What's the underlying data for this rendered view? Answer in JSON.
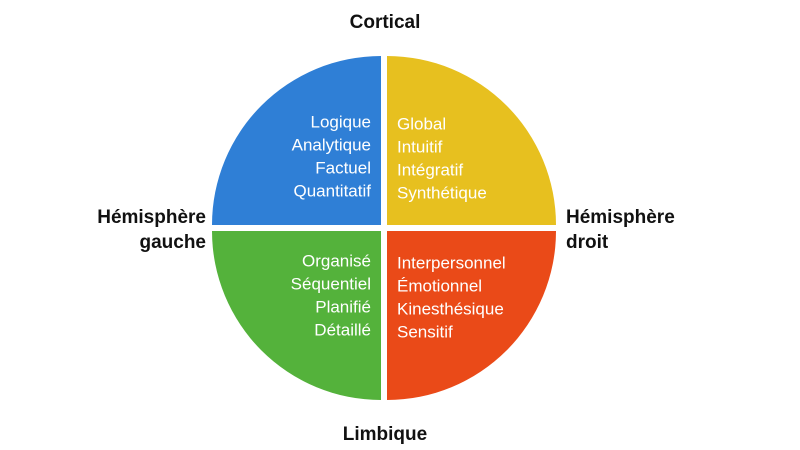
{
  "labels": {
    "top": "Cortical",
    "bottom": "Limbique",
    "left": [
      "Hémisphère",
      "gauche"
    ],
    "right": [
      "Hémisphère",
      "droit"
    ]
  },
  "quadrants": [
    {
      "id": "top-left",
      "color": "#2f7fd6",
      "align": "end",
      "items": [
        "Logique",
        "Analytique",
        "Factuel",
        "Quantitatif"
      ]
    },
    {
      "id": "top-right",
      "color": "#e7c01f",
      "align": "start",
      "items": [
        "Global",
        "Intuitif",
        "Intégratif",
        "Synthétique"
      ]
    },
    {
      "id": "bottom-left",
      "color": "#54b23b",
      "align": "end",
      "items": [
        "Organisé",
        "Séquentiel",
        "Planifié",
        "Détaillé"
      ]
    },
    {
      "id": "bottom-right",
      "color": "#ea4a18",
      "align": "start",
      "items": [
        "Interpersonnel",
        "Émotionnel",
        "Kinesthésique",
        "Sensitif"
      ]
    }
  ]
}
